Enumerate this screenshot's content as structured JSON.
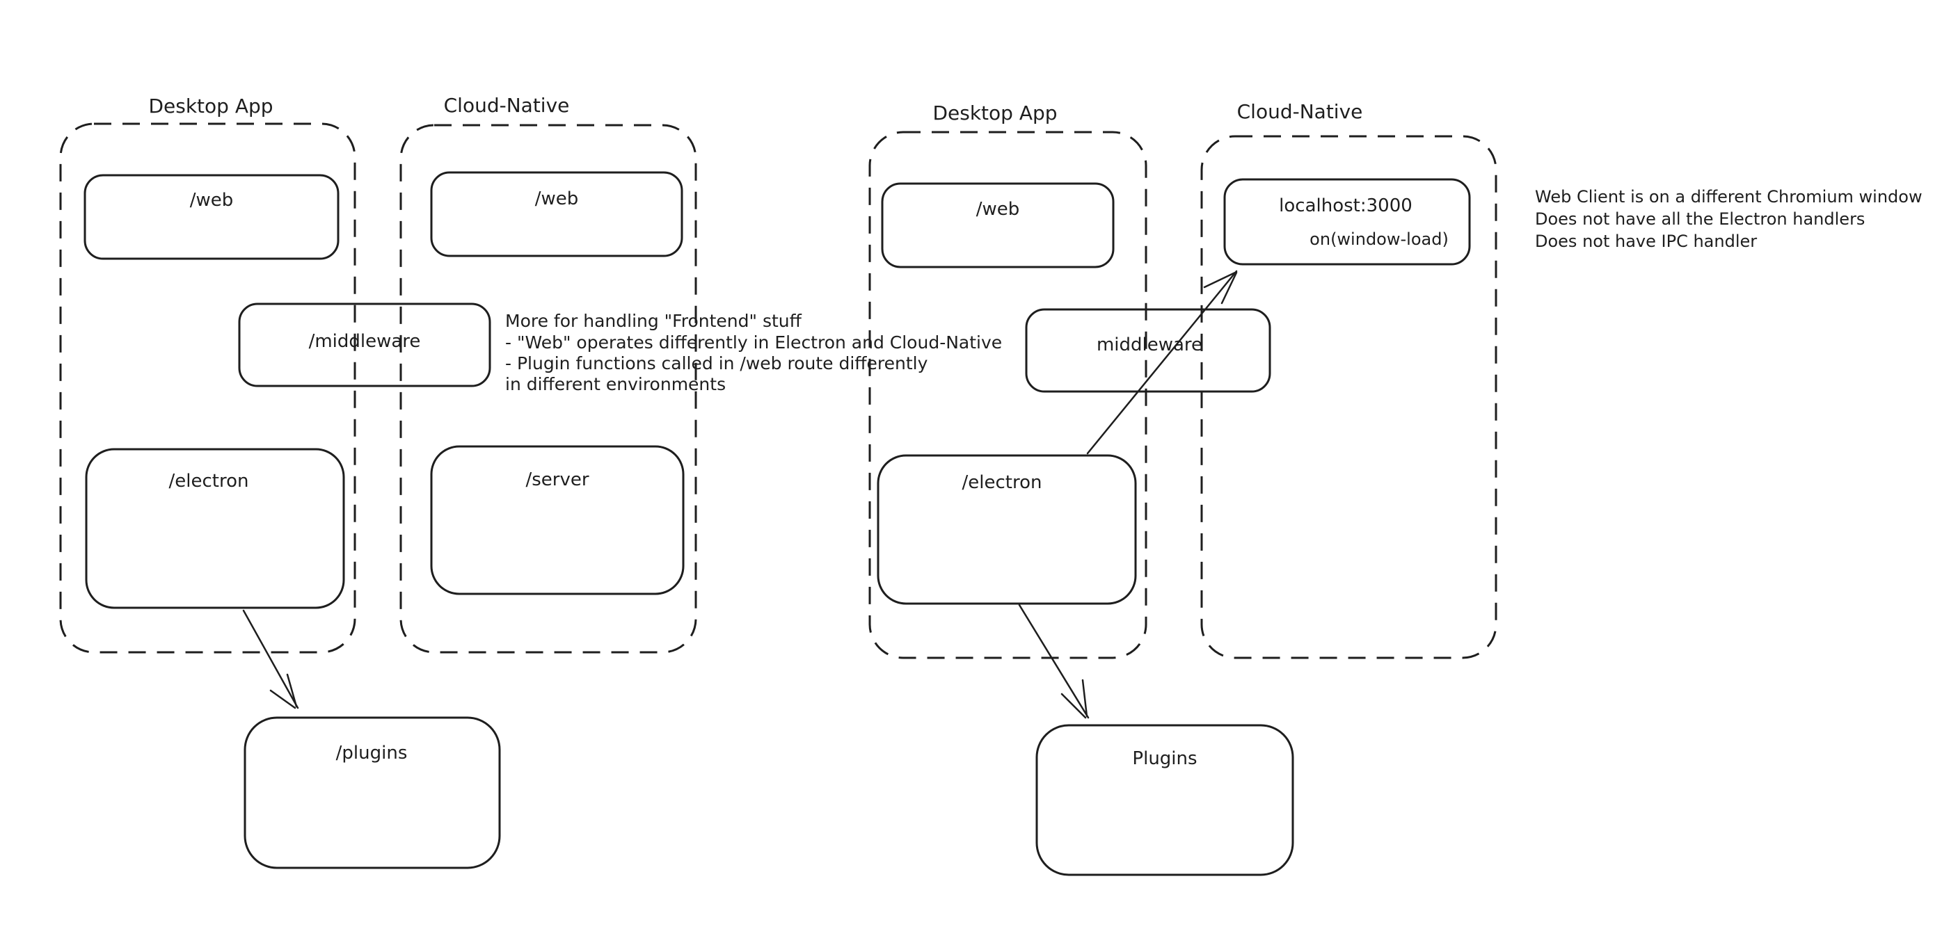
{
  "colors": {
    "ink": "#1e1e1e",
    "green": "#4f9e55",
    "red": "#d13b32",
    "background": "#ffffff"
  },
  "left_diagram": {
    "desktop_container_label": "Desktop App",
    "cloud_container_label": "Cloud-Native",
    "desktop_web_box": "/web",
    "cloud_web_box": "/web",
    "middleware_box": "/middleware",
    "electron_box": "/electron",
    "server_box": "/server",
    "plugins_box": "/plugins",
    "note_lines": [
      "More for handling \"Frontend\" stuff",
      "- \"Web\" operates differently in Electron and Cloud-Native",
      "- Plugin functions called in /web route differently",
      "in different environments"
    ]
  },
  "right_diagram": {
    "desktop_container_label": "Desktop App",
    "cloud_container_label": "Cloud-Native",
    "desktop_web_box": "/web",
    "electron_box": "/electron",
    "localhost_box_title": "localhost:3000",
    "localhost_box_event": "on(window-load)",
    "middleware_box": "middleware",
    "plugins_box": "Plugins",
    "note_lines": [
      "Web Client is on a different Chromium window",
      "Does not have all the Electron handlers",
      "Does not have IPC handler"
    ]
  }
}
